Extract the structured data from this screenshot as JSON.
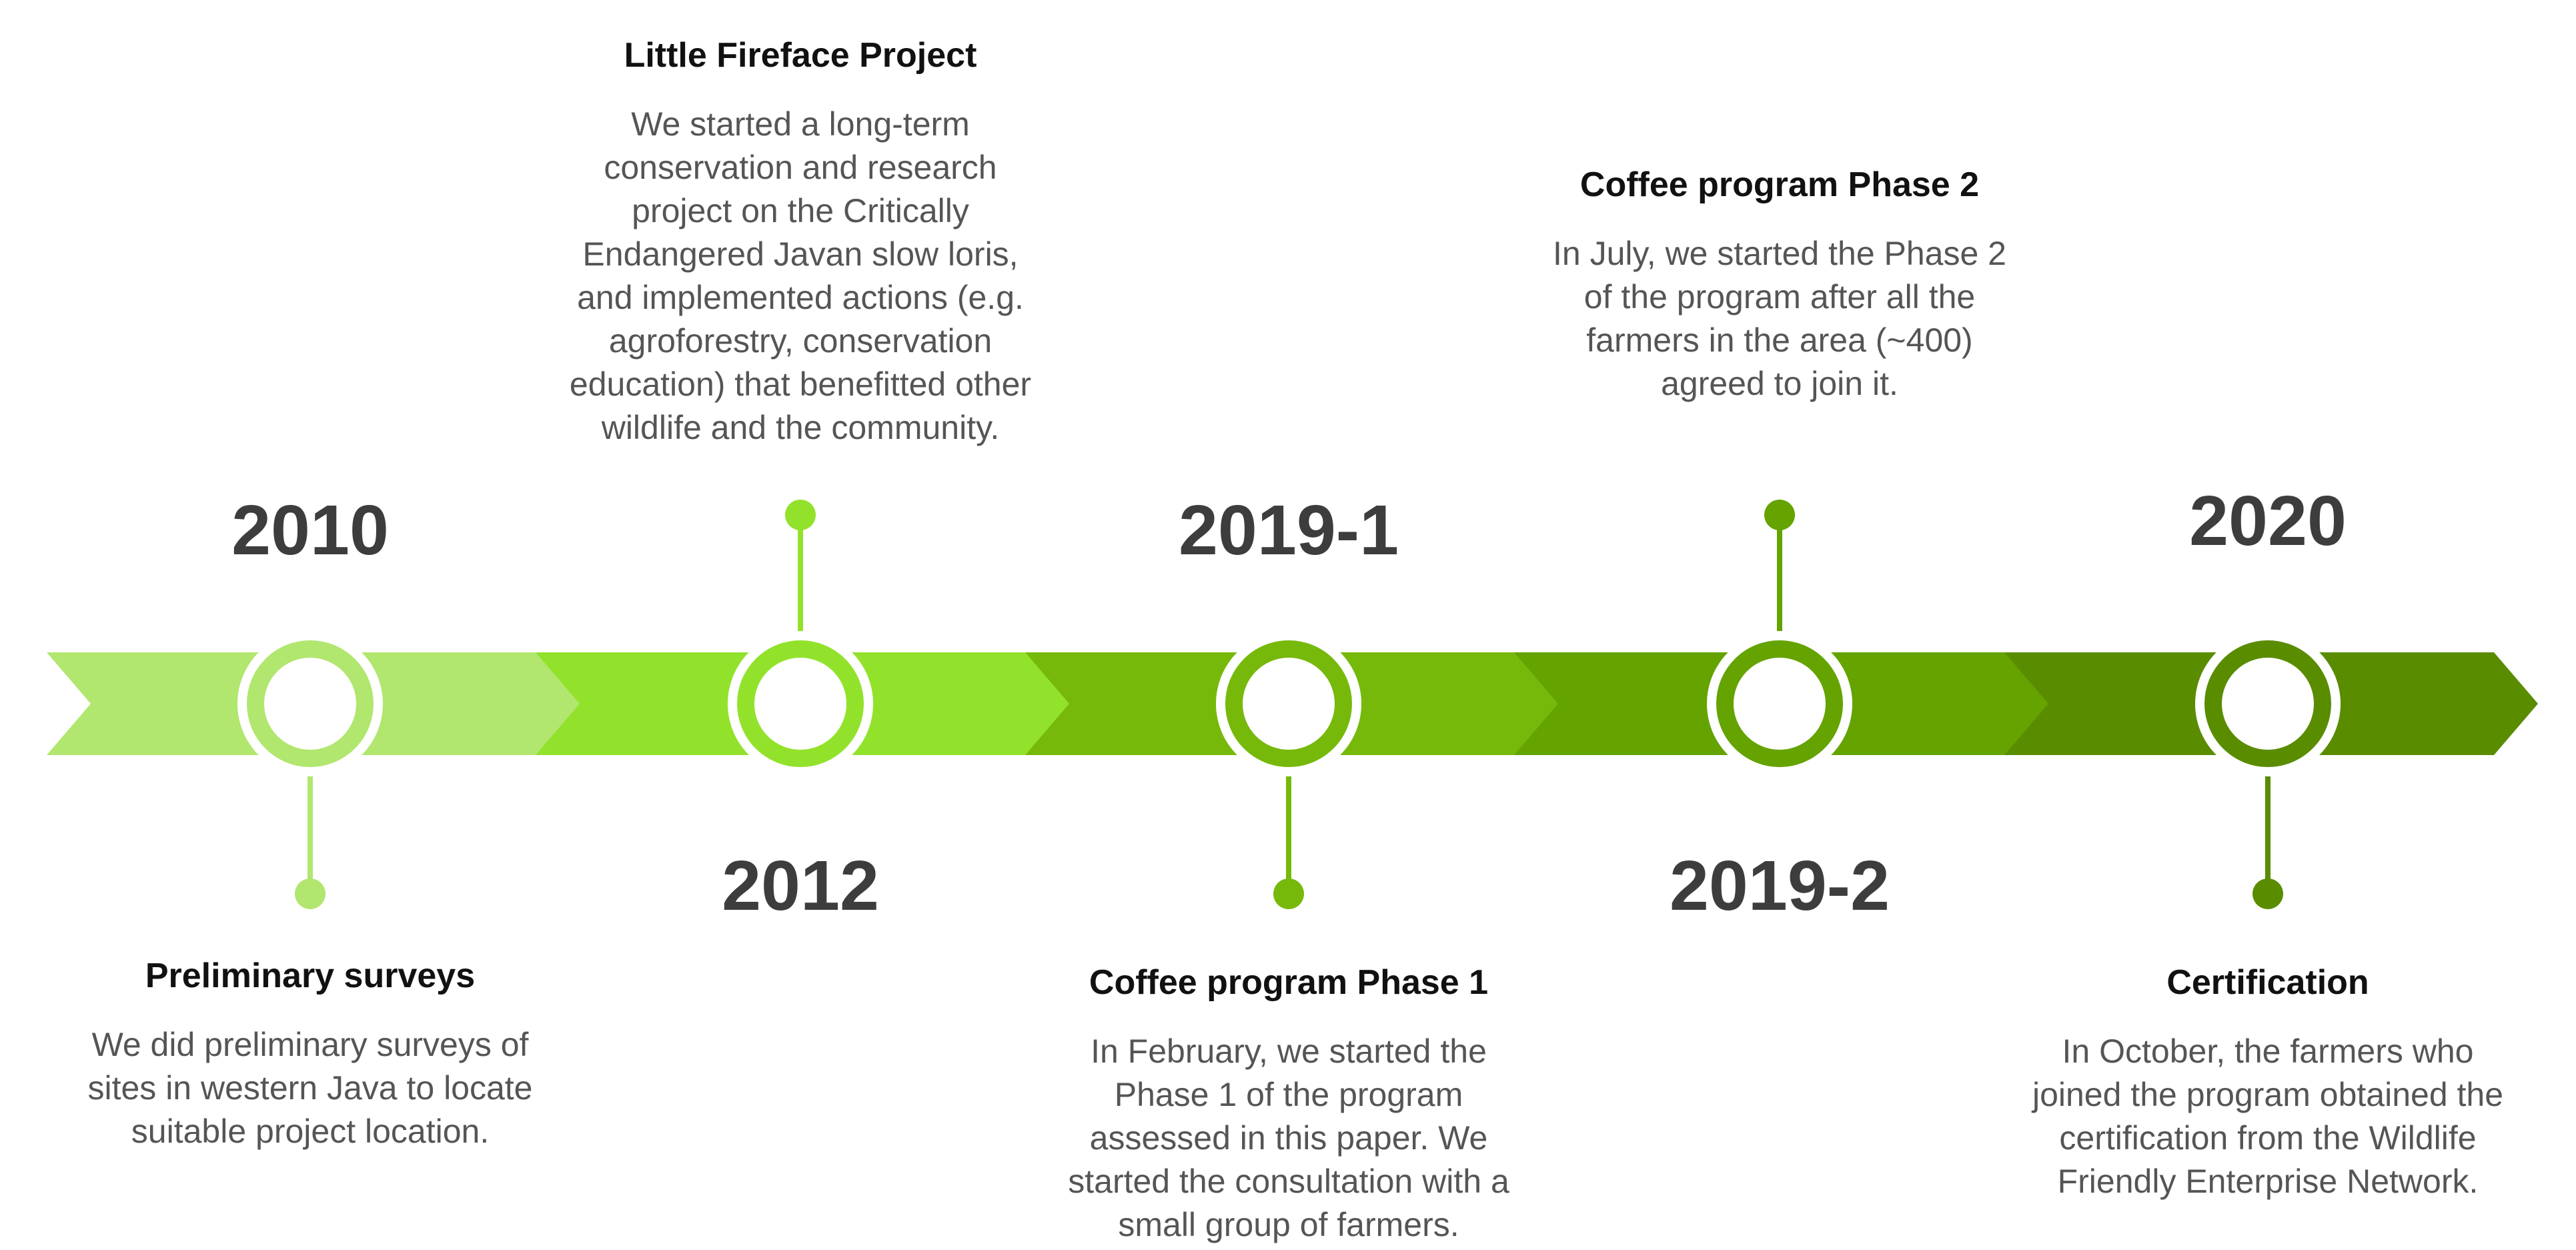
{
  "colors": {
    "segments": [
      "#b1e66f",
      "#92e22b",
      "#76b90a",
      "#64a300",
      "#5a8c00"
    ],
    "dots": [
      "#b1e66f",
      "#92e22b",
      "#76b90a",
      "#64a300",
      "#5a8c00"
    ],
    "year_text": "#3d3d3d",
    "title_text": "#111111",
    "desc_text": "#555555"
  },
  "events": [
    {
      "year": "2010",
      "title": "Preliminary surveys",
      "description_lines": [
        "We did preliminary surveys of",
        "sites in western Java to locate",
        "suitable project location."
      ],
      "side": "below"
    },
    {
      "year": "2012",
      "title": "Little Fireface Project",
      "description_lines": [
        "We started a long-term",
        "conservation and research",
        "project on the Critically",
        "Endangered Javan slow loris,",
        "and implemented actions (e.g.",
        "agroforestry, conservation",
        "education) that benefitted other",
        "wildlife and the community."
      ],
      "side": "above"
    },
    {
      "year": "2019-1",
      "title": "Coffee program Phase 1",
      "description_lines": [
        "In February, we started the",
        "Phase 1 of the program",
        "assessed in this paper. We",
        "started the consultation with a",
        "small group of farmers."
      ],
      "side": "below"
    },
    {
      "year": "2019-2",
      "title": "Coffee program Phase 2",
      "description_lines": [
        "In July, we started the Phase 2",
        "of the program after all the",
        "farmers in the area (~400)",
        "agreed to join it."
      ],
      "side": "above"
    },
    {
      "year": "2020",
      "title": "Certification",
      "description_lines": [
        "In October, the farmers who",
        "joined the program obtained the",
        "certification from the Wildlife",
        "Friendly Enterprise Network."
      ],
      "side": "below"
    }
  ]
}
